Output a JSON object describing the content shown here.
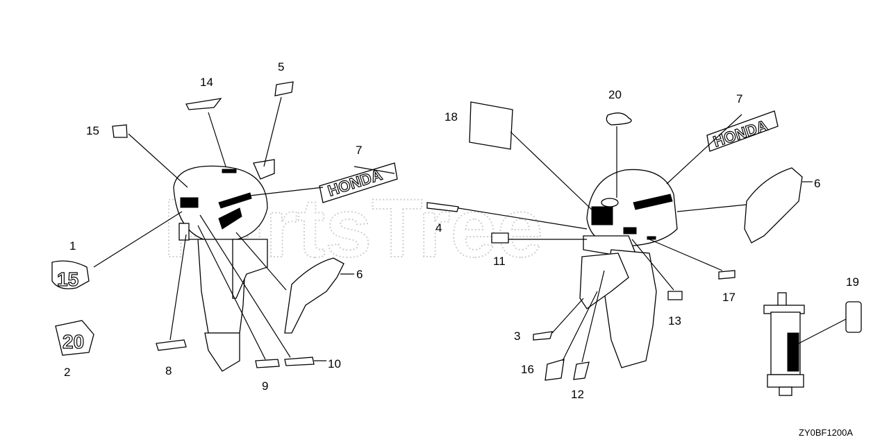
{
  "diagram": {
    "watermark": "PartsTree",
    "drawing_code": "ZY0BF1200A",
    "decal_text": {
      "brand": "HONDA",
      "model_15": "15",
      "model_20": "20"
    },
    "callouts": [
      "1",
      "2",
      "3",
      "4",
      "5",
      "6",
      "7",
      "8",
      "9",
      "10",
      "11",
      "12",
      "13",
      "14",
      "15",
      "16",
      "17",
      "18",
      "19",
      "20"
    ]
  }
}
